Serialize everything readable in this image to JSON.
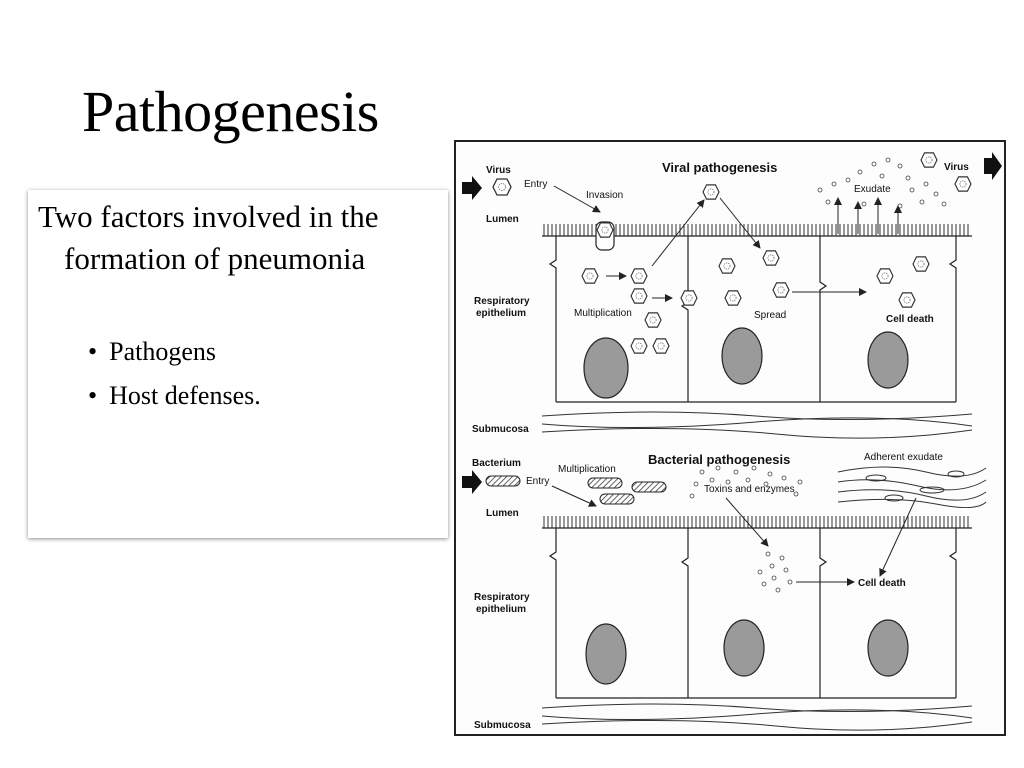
{
  "slide": {
    "title": "Pathogenesis",
    "intro": "Two factors involved in the formation of pneumonia",
    "bullets": [
      "Pathogens",
      "Host defenses."
    ]
  },
  "figure": {
    "viral": {
      "heading": "Viral pathogenesis",
      "virus_left": "Virus",
      "virus_right": "Virus",
      "entry": "Entry",
      "invasion": "Invasion",
      "exudate": "Exudate",
      "lumen": "Lumen",
      "epithelium_1": "Respiratory",
      "epithelium_2": "epithelium",
      "multiplication": "Multiplication",
      "spread": "Spread",
      "cell_death": "Cell death",
      "submucosa": "Submucosa"
    },
    "bacterial": {
      "heading": "Bacterial pathogenesis",
      "bacterium": "Bacterium",
      "entry": "Entry",
      "multiplication": "Multiplication",
      "toxins": "Toxins and enzymes",
      "adherent_exudate": "Adherent exudate",
      "lumen": "Lumen",
      "epithelium_1": "Respiratory",
      "epithelium_2": "epithelium",
      "cell_death": "Cell death",
      "submucosa": "Submucosa"
    }
  }
}
